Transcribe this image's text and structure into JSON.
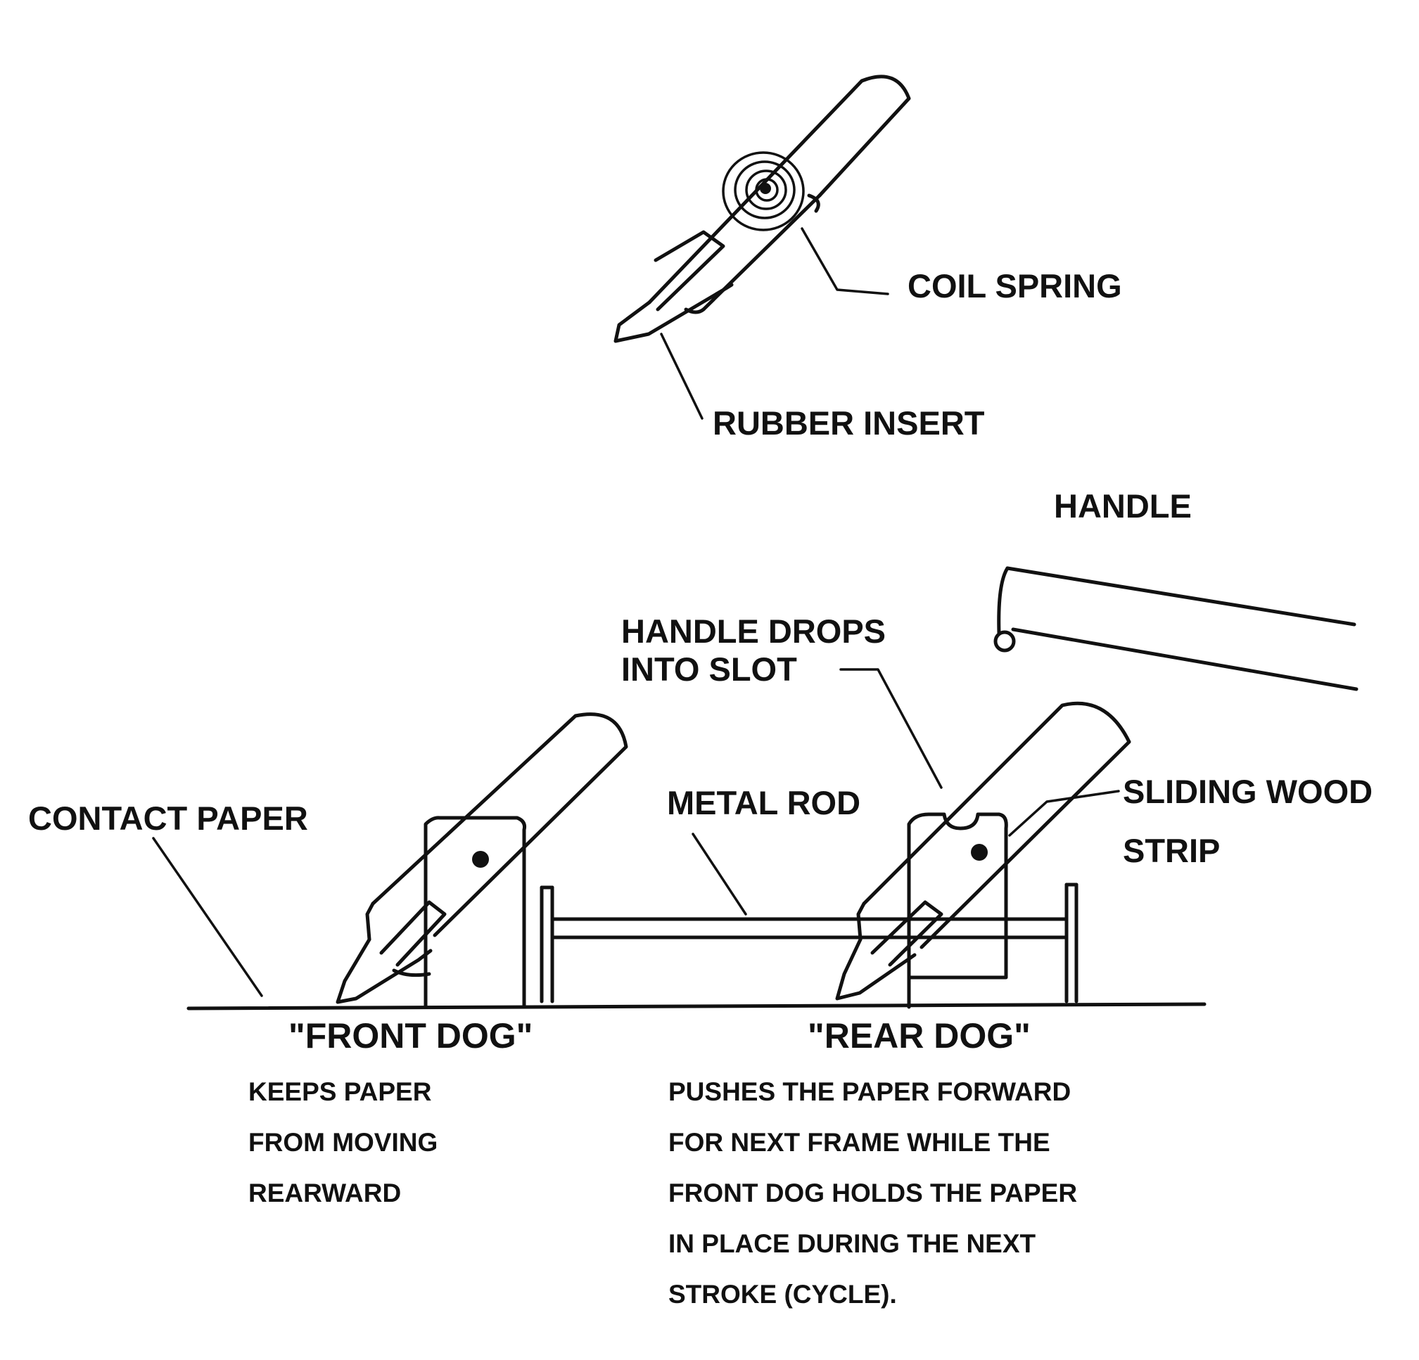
{
  "labels": {
    "coil_spring": "COIL SPRING",
    "rubber_insert": "RUBBER INSERT",
    "handle": "HANDLE",
    "handle_drops_1": "HANDLE DROPS",
    "handle_drops_2": "INTO SLOT",
    "contact_paper": "CONTACT PAPER",
    "metal_rod": "METAL ROD",
    "sliding_wood_1": "SLIDING WOOD",
    "sliding_wood_2": "STRIP",
    "front_dog": "\"FRONT DOG\"",
    "rear_dog": "\"REAR DOG\""
  },
  "front_dog_desc": [
    "KEEPS PAPER",
    "FROM MOVING",
    "REARWARD"
  ],
  "rear_dog_desc": [
    "PUSHES THE PAPER FORWARD",
    "FOR NEXT FRAME WHILE THE",
    "FRONT DOG HOLDS THE PAPER",
    "IN PLACE DURING THE NEXT",
    "STROKE (CYCLE)."
  ]
}
